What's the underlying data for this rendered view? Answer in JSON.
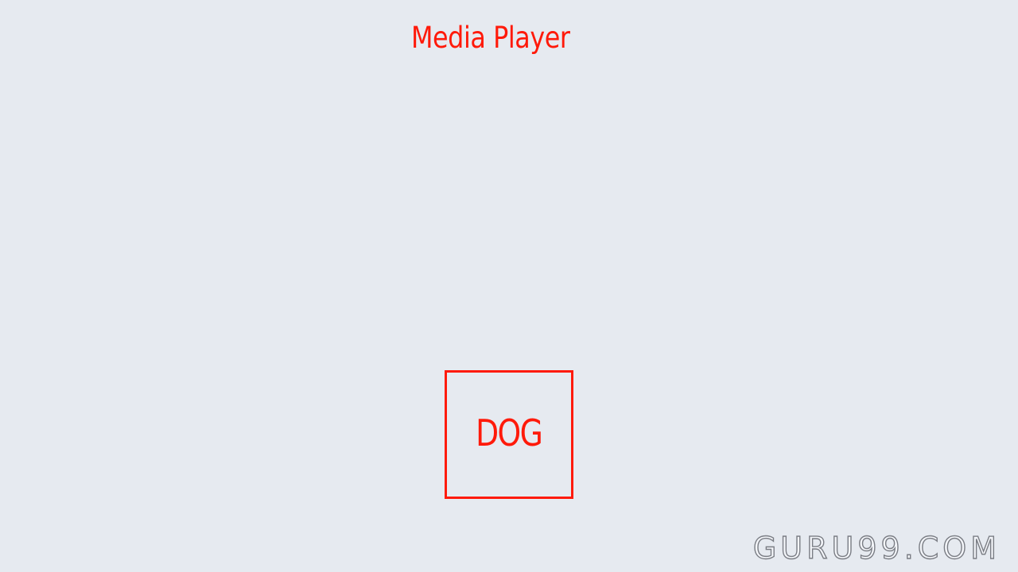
{
  "header": {
    "title": "Media Player"
  },
  "content": {
    "box_label": "DOG"
  },
  "watermark": {
    "text": "GURU99.COM"
  },
  "colors": {
    "accent": "#ff1a0a",
    "background": "#e6eaf0"
  }
}
